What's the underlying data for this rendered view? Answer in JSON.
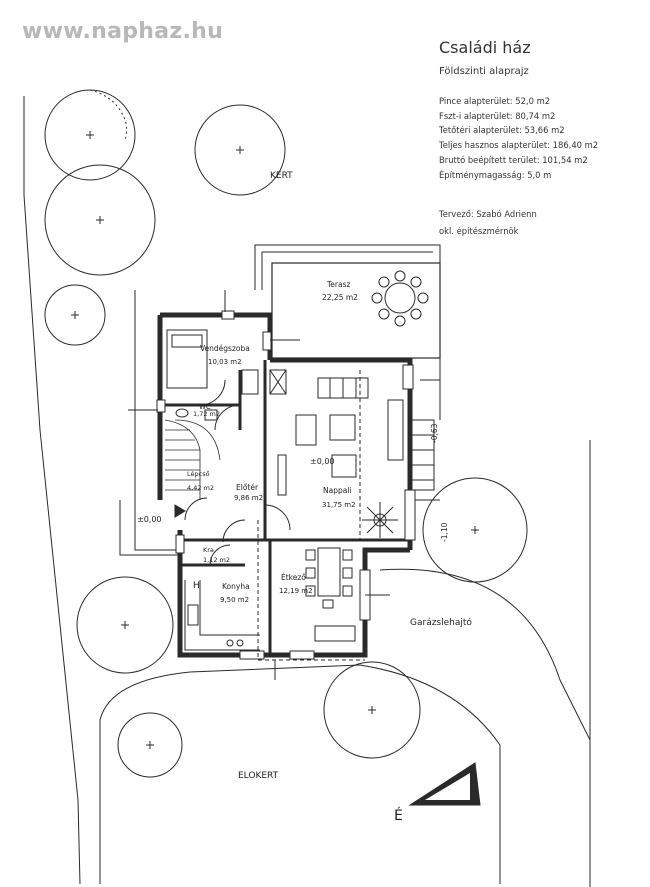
{
  "watermark": "www.naphaz.hu",
  "header": {
    "title": "Családi ház",
    "subtitle": "Földszinti alaprajz"
  },
  "info_lines": [
    "Pince alapterület: 52,0 m2",
    "Fszt-i alapterület: 80,74 m2",
    "Tetőtéri alapterület: 53,66 m2",
    "Teljes hasznos alapterület: 186,40 m2",
    "Bruttó beépített terület: 101,54 m2",
    "Építménymagasság: 5,0 m"
  ],
  "designer": {
    "line1": "Tervező: Szabó Adrienn",
    "line2": "okl. építészmérnök"
  },
  "zones": {
    "garden": "KERT",
    "front_garden": "ELOKERT",
    "driveway": "Garázslehajtó",
    "north": "É"
  },
  "rooms": [
    {
      "key": "terasz",
      "name": "Terasz",
      "area": "22,25 m2"
    },
    {
      "key": "vendeg",
      "name": "Vendégszoba",
      "area": "10,03 m2"
    },
    {
      "key": "wc",
      "name": "WC",
      "area": "1,72 m2"
    },
    {
      "key": "lepcso",
      "name": "Lépcső",
      "area": "4,42 m2"
    },
    {
      "key": "eloter",
      "name": "Előtér",
      "area": "9,86 m2"
    },
    {
      "key": "nappali",
      "name": "Nappali",
      "area": "31,75 m2"
    },
    {
      "key": "kamra",
      "name": "Kra",
      "area": "1,12 m2"
    },
    {
      "key": "konyha",
      "name": "Konyha",
      "area": "9,50 m2"
    },
    {
      "key": "etkezo",
      "name": "Étkező",
      "area": "12,19 m2"
    }
  ],
  "levels": {
    "entrance": "±0,00",
    "living": "±0,00",
    "terrace": "-0,63",
    "garden_side": "-1,10"
  },
  "symbols": {
    "kitchen_mark": "H"
  }
}
